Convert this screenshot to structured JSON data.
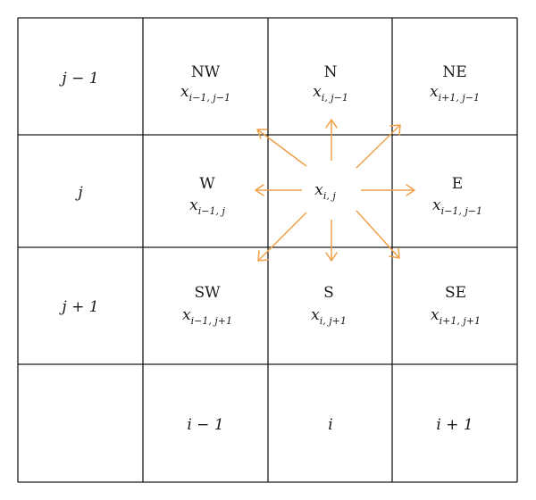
{
  "row_labels": [
    "j − 1",
    "j",
    "j + 1"
  ],
  "column_labels": [
    "i − 1",
    "i",
    "i + 1"
  ],
  "cells": {
    "nw": {
      "name": "NW",
      "var": "x",
      "sub": "i−1, j−1"
    },
    "n": {
      "name": "N",
      "var": "x",
      "sub": "i, j−1"
    },
    "ne": {
      "name": "NE",
      "var": "x",
      "sub": "i+1, j−1"
    },
    "w": {
      "name": "W",
      "var": "x",
      "sub": "i−1, j"
    },
    "c": {
      "name": "",
      "var": "x",
      "sub": "i, j"
    },
    "e": {
      "name": "E",
      "var": "x",
      "sub": "i−1, j−1"
    },
    "sw": {
      "name": "SW",
      "var": "x",
      "sub": "i−1, j+1"
    },
    "s": {
      "name": "S",
      "var": "x",
      "sub": "i, j+1"
    },
    "se": {
      "name": "SE",
      "var": "x",
      "sub": "i+1, j+1"
    }
  },
  "colors": {
    "grid": "#1a1a1a",
    "arrows": "#f0a049"
  }
}
